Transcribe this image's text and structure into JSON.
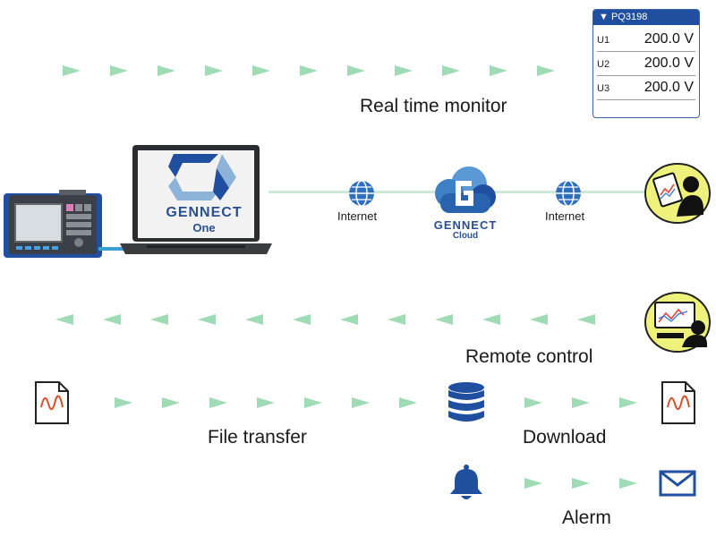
{
  "meter_panel": {
    "title": "PQ3198",
    "rows": [
      {
        "channel": "U1",
        "value": "200.0 V"
      },
      {
        "channel": "U2",
        "value": "200.0 V"
      },
      {
        "channel": "U3",
        "value": "200.0 V"
      }
    ]
  },
  "labels": {
    "real_time_monitor": "Real time monitor",
    "remote_control": "Remote control",
    "file_transfer": "File transfer",
    "download": "Download",
    "alarm": "Alerm",
    "internet_left": "Internet",
    "internet_right": "Internet"
  },
  "laptop": {
    "brand": "GENNECT",
    "product": "One"
  },
  "cloud": {
    "brand": "GENNECT",
    "product": "Cloud"
  },
  "colors": {
    "arrow": "#9fdcb5",
    "primary_blue": "#1f4f9e",
    "line": "#cfe8da",
    "person_yellow": "#eef27a"
  }
}
